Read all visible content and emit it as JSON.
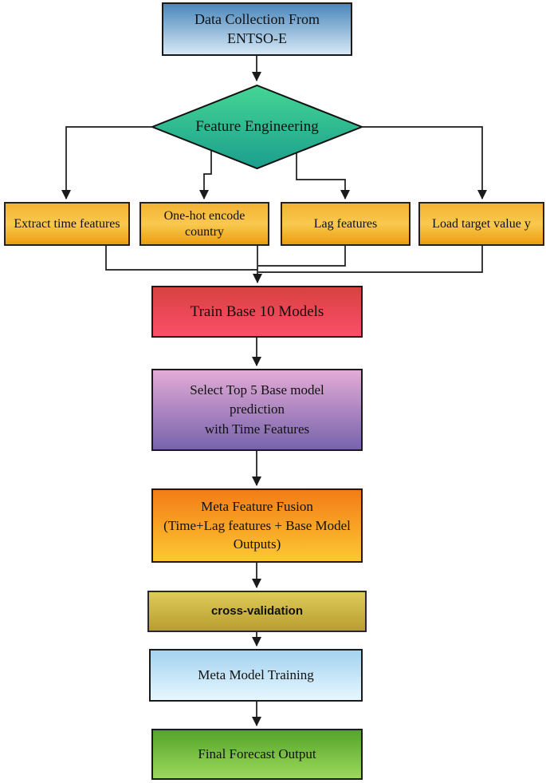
{
  "diagram": {
    "type": "flowchart",
    "line_color": "#1a1a1a",
    "nodes": {
      "data_collection": {
        "label": "Data Collection From\nENTSO-E",
        "shape": "rectangle",
        "fill_top": "#4b87bb",
        "fill_bottom": "#d6e8f6",
        "border": "#1a1a1a"
      },
      "feature_engineering": {
        "label": "Feature Engineering",
        "shape": "diamond",
        "fill_top": "#45d694",
        "fill_bottom": "#1b9e8d",
        "border": "#111111"
      },
      "extract_time_features": {
        "label": "Extract time features",
        "shape": "rectangle",
        "fill_top": "#f3b232",
        "fill_mid": "#f9c94f",
        "fill_bottom": "#ec9d0e",
        "border": "#2b2013"
      },
      "one_hot_encode": {
        "label": "One-hot encode\ncountry",
        "shape": "rectangle",
        "fill_top": "#f3b232",
        "fill_mid": "#f9c94f",
        "fill_bottom": "#ec9d0e",
        "border": "#2b2013"
      },
      "lag_features": {
        "label": "Lag features",
        "shape": "rectangle",
        "fill_top": "#f3b232",
        "fill_mid": "#f9c94f",
        "fill_bottom": "#ec9d0e",
        "border": "#2b2013"
      },
      "load_target_value": {
        "label": "Load target value y",
        "shape": "rectangle",
        "fill_top": "#f3b232",
        "fill_mid": "#f9c94f",
        "fill_bottom": "#ec9d0e",
        "border": "#2b2013"
      },
      "train_base_models": {
        "label": "Train Base 10 Models",
        "shape": "rectangle",
        "fill_top": "#d7423f",
        "fill_bottom": "#fb4e69",
        "border": "#1a1a1a"
      },
      "select_top_models": {
        "label": "Select Top 5 Base model\nprediction\nwith Time Features",
        "shape": "rectangle",
        "fill_top": "#e3abd6",
        "fill_bottom": "#7763ac",
        "border": "#1a1a1a"
      },
      "meta_feature_fusion": {
        "label": "Meta Feature Fusion\n(Time+Lag features + Base Model\nOutputs)",
        "shape": "rectangle",
        "fill_top": "#f27c17",
        "fill_bottom": "#fdc832",
        "border": "#1a1a1a"
      },
      "cross_validation": {
        "label": "cross-validation",
        "shape": "rectangle",
        "fill_top": "#decb59",
        "fill_bottom": "#b89e2e",
        "border": "#2a2a2a"
      },
      "meta_model_training": {
        "label": "Meta Model Training",
        "shape": "rectangle",
        "fill_top": "#a3d2f0",
        "fill_bottom": "#e6f7fe",
        "border": "#1a1a1a"
      },
      "final_forecast_output": {
        "label": "Final Forecast Output",
        "shape": "rectangle",
        "fill_top": "#55a42b",
        "fill_bottom": "#9bd95c",
        "border": "#1a1a1a"
      }
    }
  }
}
